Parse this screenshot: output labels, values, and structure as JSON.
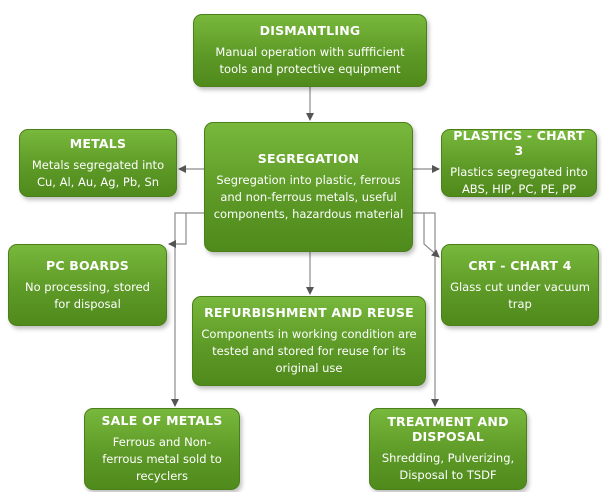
{
  "boxes": {
    "dismantling": {
      "title": "DISMANTLING",
      "desc": "Manual operation with suffficient tools and protective equipment"
    },
    "segregation": {
      "title": "SEGREGATION",
      "desc": "Segregation into plastic, ferrous and non-ferrous metals, useful components, hazardous material"
    },
    "metals": {
      "title": "METALS",
      "desc": "Metals segregated into Cu, Al, Au, Ag, Pb, Sn"
    },
    "plastics": {
      "title": "PLASTICS - CHART 3",
      "desc": "Plastics segregated into ABS, HIP, PC, PE, PP"
    },
    "pcboards": {
      "title": "PC BOARDS",
      "desc": "No processing, stored for disposal"
    },
    "crt": {
      "title": "CRT - CHART 4",
      "desc": "Glass cut under vacuum trap"
    },
    "refurb": {
      "title": "REFURBISHMENT AND REUSE",
      "desc": "Components in working condition are tested and stored for reuse for its original use"
    },
    "sale": {
      "title": "SALE OF METALS",
      "desc": "Ferrous and Non-ferrous metal sold to recyclers"
    },
    "treatment": {
      "title": "TREATMENT AND DISPOSAL",
      "desc": "Shredding, Pulverizing, Disposal to TSDF"
    }
  },
  "colors": {
    "box_fill": "#5e9a27",
    "box_text": "#ffffff",
    "connector": "#8c8c8c"
  }
}
